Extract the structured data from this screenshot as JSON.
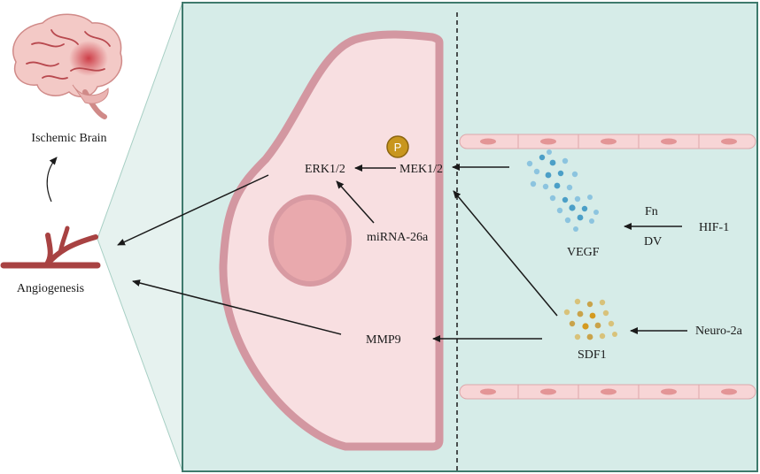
{
  "labels": {
    "ischemic_brain": "Ischemic Brain",
    "angiogenesis": "Angiogenesis",
    "erk": "ERK1/2",
    "mek": "MEK1/2",
    "phospho": "P",
    "mirna": "miRNA-26a",
    "mmp9": "MMP9",
    "vegf": "VEGF",
    "fn": "Fn",
    "dv": "DV",
    "hif1": "HIF-1",
    "sdf1": "SDF1",
    "neuro2a": "Neuro-2a"
  },
  "colors": {
    "panel_bg": "#d6ece8",
    "panel_border": "#3f7a6d",
    "cell_fill": "#f8dfe1",
    "cell_membrane": "#d397a1",
    "nucleus_fill": "#e9a9ad",
    "vessel": "#a84242",
    "phospho": "#c8961e",
    "vegf_dot": "#4b9fc7",
    "sdf1_dot": "#c9a34a"
  }
}
